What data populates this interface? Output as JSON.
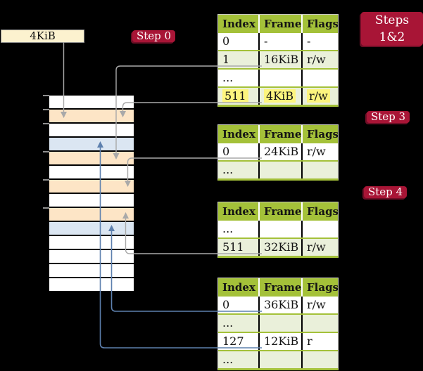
{
  "page_size_box": {
    "label": "4KiB"
  },
  "labels": {
    "step0": "Step 0",
    "steps_1_2": "Steps 1&2",
    "step3": "Step 3",
    "step4": "Step 4"
  },
  "memory_stack": {
    "rows": [
      {
        "fill": "white"
      },
      {
        "fill": "peach"
      },
      {
        "fill": "white"
      },
      {
        "fill": "blue"
      },
      {
        "fill": "peach"
      },
      {
        "fill": "white"
      },
      {
        "fill": "peach"
      },
      {
        "fill": "white"
      },
      {
        "fill": "peach"
      },
      {
        "fill": "blue"
      },
      {
        "fill": "white"
      },
      {
        "fill": "white"
      },
      {
        "fill": "white"
      },
      {
        "fill": "white"
      }
    ]
  },
  "page_tables": [
    {
      "headers": [
        "Index",
        "Frame",
        "Flags"
      ],
      "rows": [
        {
          "index": "0",
          "frame": "-",
          "flags": "-"
        },
        {
          "index": "1",
          "frame": "16KiB",
          "flags": "r/w"
        },
        {
          "index": "...",
          "frame": "",
          "flags": ""
        },
        {
          "index": "511",
          "frame": "4KiB",
          "flags": "r/w",
          "highlighted": true
        }
      ]
    },
    {
      "headers": [
        "Index",
        "Frame",
        "Flags"
      ],
      "rows": [
        {
          "index": "0",
          "frame": "24KiB",
          "flags": "r/w"
        },
        {
          "index": "...",
          "frame": "",
          "flags": ""
        }
      ]
    },
    {
      "headers": [
        "Index",
        "Frame",
        "Flags"
      ],
      "rows": [
        {
          "index": "...",
          "frame": "",
          "flags": ""
        },
        {
          "index": "511",
          "frame": "32KiB",
          "flags": "r/w"
        }
      ]
    },
    {
      "headers": [
        "Index",
        "Frame",
        "Flags"
      ],
      "rows": [
        {
          "index": "0",
          "frame": "36KiB",
          "flags": "r/w"
        },
        {
          "index": "...",
          "frame": "",
          "flags": ""
        },
        {
          "index": "127",
          "frame": "12KiB",
          "flags": "r"
        },
        {
          "index": "...",
          "frame": "",
          "flags": ""
        }
      ]
    }
  ],
  "colors": {
    "background": "#000000",
    "header_green": "#a4c139",
    "row_green": "#eaf0da",
    "highlight_yellow": "#fdf57e",
    "frame_peach": "#fde5c6",
    "frame_blue": "#dbe6f2",
    "label_red": "#a81536",
    "label_red_dark": "#6e0e26",
    "box_cream": "#fcf2cf",
    "arrow_gray": "#a9a9a9",
    "arrow_blue": "#5d80ae"
  }
}
